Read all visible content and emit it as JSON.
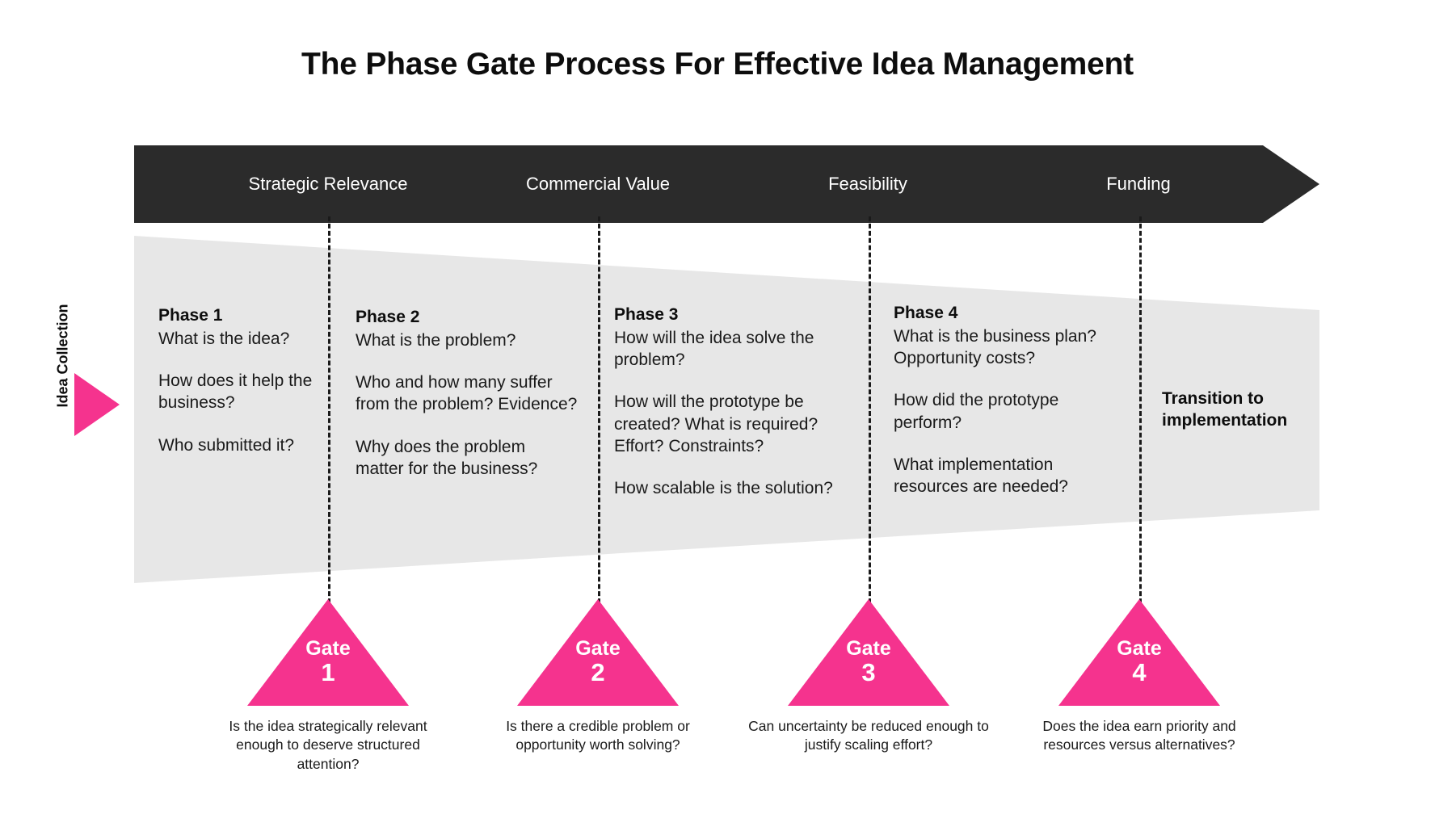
{
  "page": {
    "title": "The Phase Gate Process For Effective Idea Management"
  },
  "colors": {
    "accent_pink": "#F5338E",
    "header_dark": "#2B2B2B",
    "funnel_gray": "#E7E7E7",
    "text_dark": "#1a1a1a",
    "background": "#FFFFFF"
  },
  "left_rail": {
    "label": "Idea Collection",
    "arrow_icon": "triangle-right-icon"
  },
  "criteria_bar": {
    "items": [
      {
        "label": "Strategic Relevance"
      },
      {
        "label": "Commercial Value"
      },
      {
        "label": "Feasibility"
      },
      {
        "label": "Funding"
      }
    ]
  },
  "phases": [
    {
      "title": "Phase 1",
      "paragraphs": [
        "What is the idea?",
        "How does it help the business?",
        "Who submitted it?"
      ]
    },
    {
      "title": "Phase 2",
      "paragraphs": [
        "What is the problem?",
        "Who and how many suffer from the problem? Evidence?",
        "Why does the problem matter for the business?"
      ]
    },
    {
      "title": "Phase 3",
      "paragraphs": [
        "How will the idea solve the problem?",
        "How will the prototype be created? What is required? Effort? Constraints?",
        "How scalable is the solution?"
      ]
    },
    {
      "title": "Phase 4",
      "paragraphs": [
        "What is the business plan? Opportunity costs?",
        "How did the prototype perform?",
        "What implementation resources are needed?"
      ]
    }
  ],
  "transition": {
    "label": "Transition to implementation"
  },
  "gates": [
    {
      "word": "Gate",
      "number": "1",
      "caption": "Is the idea strategically relevant enough to deserve structured attention?"
    },
    {
      "word": "Gate",
      "number": "2",
      "caption": "Is there a credible problem or opportunity worth solving?"
    },
    {
      "word": "Gate",
      "number": "3",
      "caption": "Can uncertainty be reduced enough to justify scaling effort?"
    },
    {
      "word": "Gate",
      "number": "4",
      "caption": "Does the idea earn priority and resources versus alternatives?"
    }
  ]
}
